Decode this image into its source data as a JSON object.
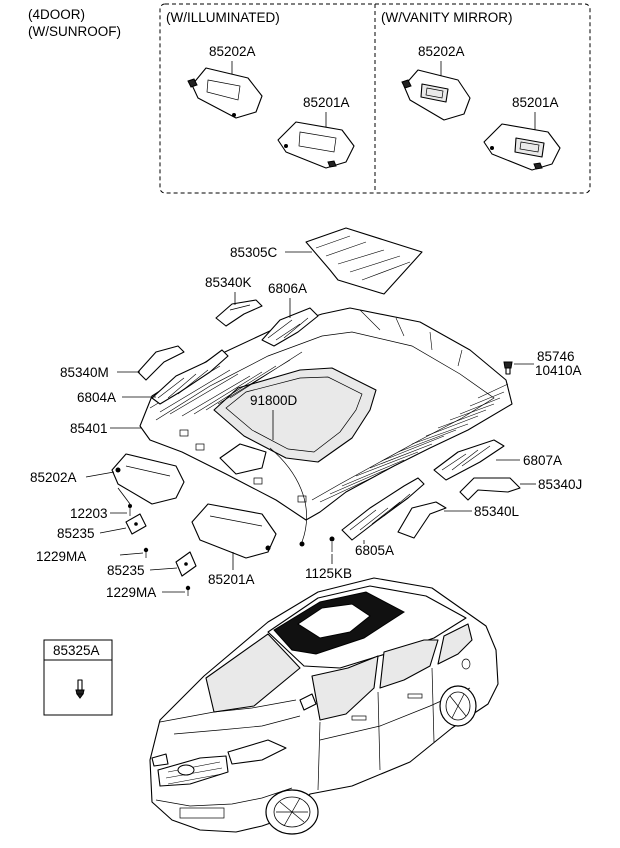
{
  "header": {
    "line1": "(4DOOR)",
    "line2": "(W/SUNROOF)"
  },
  "option_boxes": [
    {
      "title": "(W/ILLUMINATED)",
      "parts": [
        "85202A",
        "85201A"
      ]
    },
    {
      "title": "(W/VANITY MIRROR)",
      "parts": [
        "85202A",
        "85201A"
      ]
    }
  ],
  "callouts": {
    "c85305C": "85305C",
    "c85340K": "85340K",
    "c6806A": "6806A",
    "c85340M": "85340M",
    "c6804A": "6804A",
    "c91800D": "91800D",
    "c85401": "85401",
    "c85746": "85746",
    "c10410A": "10410A",
    "c85202A": "85202A",
    "c6807A": "6807A",
    "c85340J": "85340J",
    "c12203": "12203",
    "c85235a": "85235",
    "c85340L": "85340L",
    "c6805A": "6805A",
    "c1229MAa": "1229MA",
    "c85235b": "85235",
    "c1125KB": "1125KB",
    "c1229MAb": "1229MA",
    "c85201A": "85201A"
  },
  "inset_box": {
    "label": "85325A"
  }
}
